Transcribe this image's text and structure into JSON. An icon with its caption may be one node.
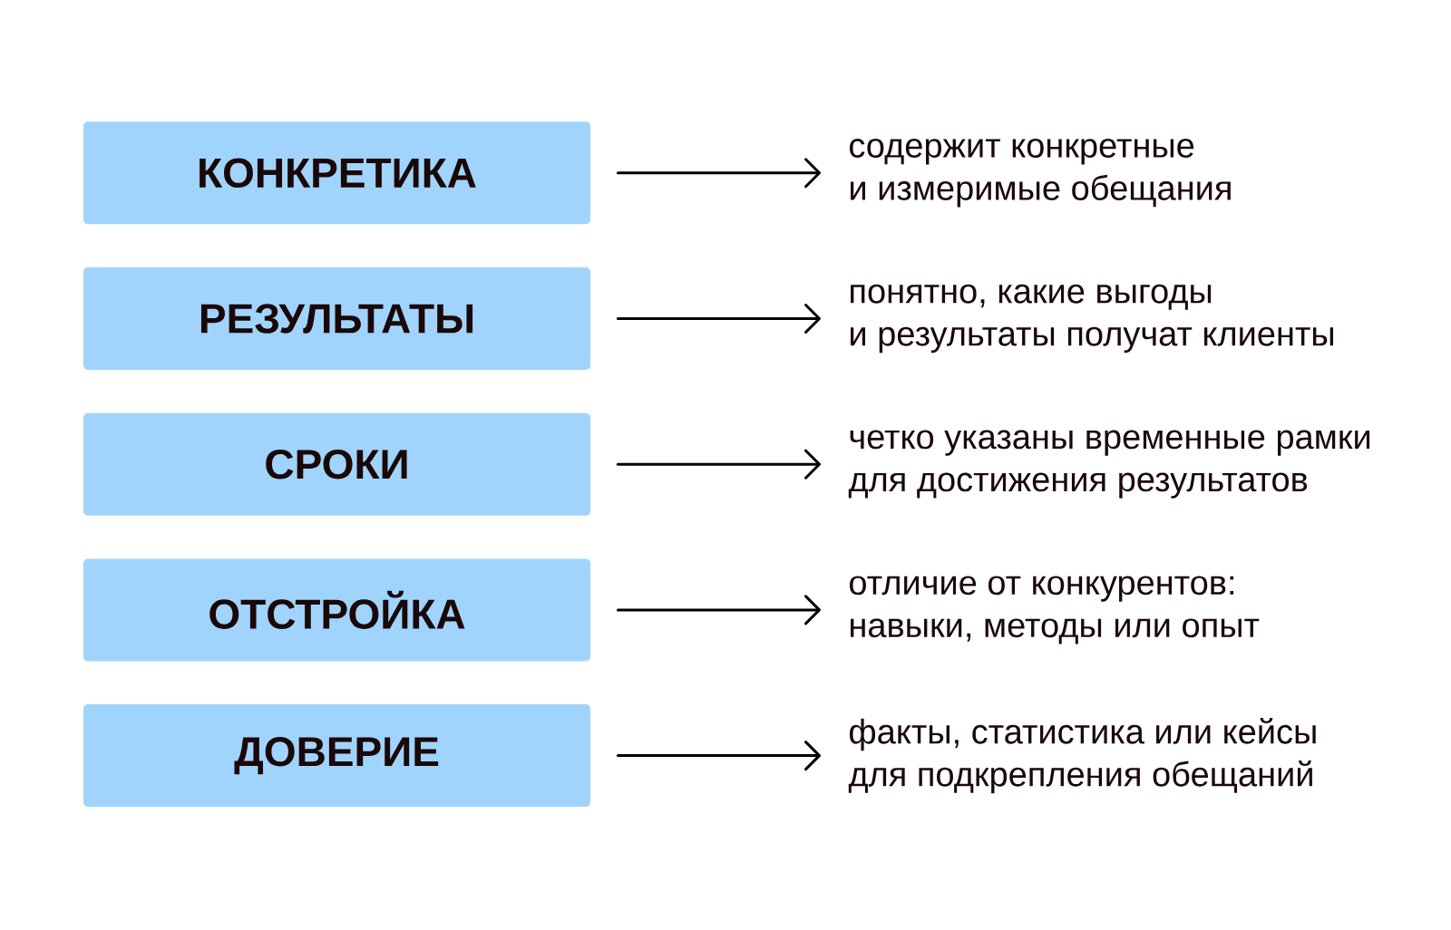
{
  "diagram": {
    "nodes": [
      {
        "text": [
          "КОНКРЕТИКА"
        ]
      },
      {
        "text": [
          "содержит конкретные и измеримые обещания"
        ]
      },
      {
        "text": [
          "РЕЗУЛЬТАТЫ"
        ]
      },
      {
        "text": [
          "понятно, какие выгоды и результаты получат клиенты"
        ]
      },
      {
        "text": [
          "СРОКИ"
        ]
      },
      {
        "text": [
          "четко указаны временные рамки для достижения результатов"
        ]
      },
      {
        "text": [
          "ОТСТРОЙКА"
        ]
      },
      {
        "text": [
          "отличие от конкурентов: навыки, методы или опыт"
        ]
      },
      {
        "text": [
          "ДОВЕРИЕ"
        ]
      },
      {
        "text": [
          "факты, статистика или кейсы для подкрепления обещаний"
        ]
      }
    ],
    "edges": [
      {
        "from": 0,
        "to": 1,
        "arrow": "to"
      },
      {
        "from": 2,
        "to": 3,
        "arrow": "to"
      },
      {
        "from": 4,
        "to": 5,
        "arrow": "to"
      },
      {
        "from": 6,
        "to": 7,
        "arrow": "to"
      },
      {
        "from": 8,
        "to": 9,
        "arrow": "to"
      }
    ]
  }
}
